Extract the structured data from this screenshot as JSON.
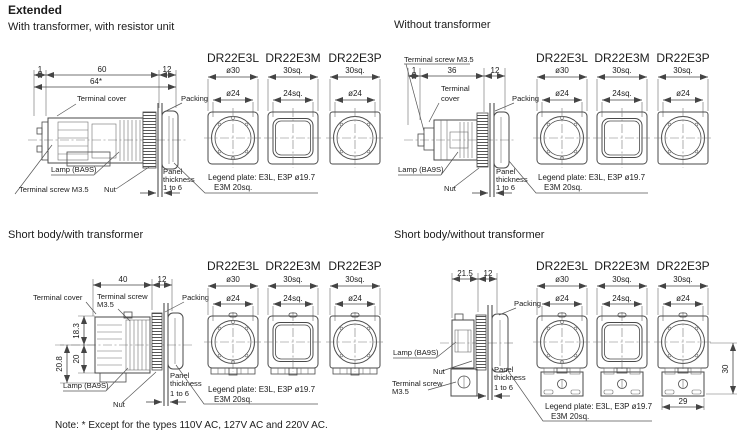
{
  "page": {
    "title": "Extended",
    "note": "Note: * Except for the types 110V AC, 127V AC and 220V AC."
  },
  "models": [
    {
      "name": "DR22E3L",
      "outer": "ø30",
      "inner": "ø24",
      "shape": "round-lens"
    },
    {
      "name": "DR22E3M",
      "outer": "30sq.",
      "inner": "24sq.",
      "shape": "square-lens"
    },
    {
      "name": "DR22E3P",
      "outer": "30sq.",
      "inner": "ø24",
      "shape": "round-lens"
    }
  ],
  "legend": {
    "l1": "Legend plate: E3L, E3P ø19.7",
    "l2": "E3M 20sq."
  },
  "labels": {
    "terminal_cover": "Terminal cover",
    "terminal": "Terminal",
    "cover": "cover",
    "packing": "Packing",
    "lamp": "Lamp (BA9S)",
    "terminal_screw": "Terminal screw M3.5",
    "terminal_screw_1": "Terminal screw",
    "terminal_screw_2": "M3.5",
    "nut": "Nut",
    "panel_1": "Panel",
    "panel_2": "thickness",
    "panel_3": "1 to 6"
  },
  "q1": {
    "title": "With transformer, with resistor unit",
    "dims": {
      "d1": "1",
      "d2": "60",
      "d3": "12",
      "d4": "64*"
    }
  },
  "q2": {
    "title": "Without transformer",
    "dims": {
      "d1": "1",
      "d2": "36",
      "d3": "12"
    }
  },
  "q3": {
    "title": "Short body/with transformer",
    "dims": {
      "d1": "40",
      "d2": "12",
      "v1": "18.3",
      "v2": "20.8",
      "v3": "20"
    }
  },
  "q4": {
    "title": "Short body/without transformer",
    "dims": {
      "d1": "21.5",
      "d2": "12",
      "h1": "29",
      "v1": "30"
    }
  }
}
